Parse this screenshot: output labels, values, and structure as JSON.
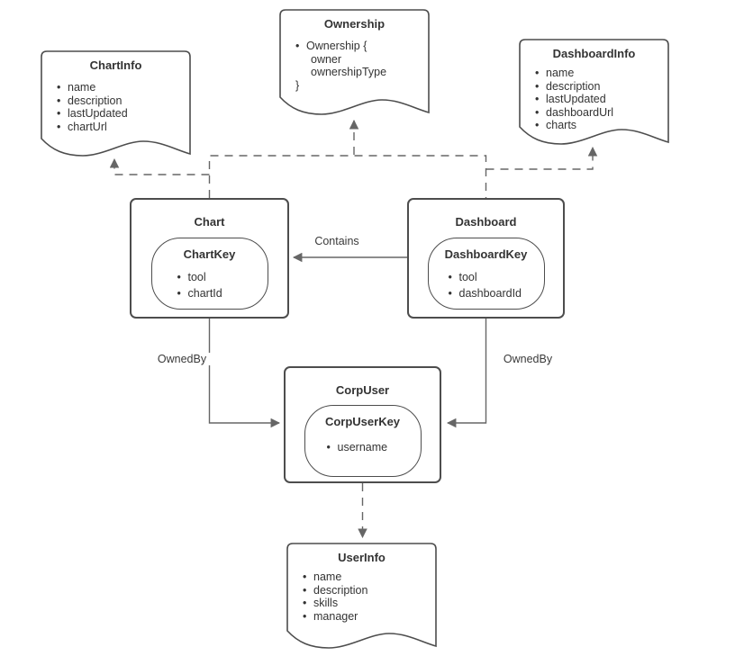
{
  "diagram": {
    "background": "#ffffff",
    "line_color": "#666666",
    "node_border_color": "#4d4d4d",
    "text_color": "#333333"
  },
  "glyphs": {
    "bullet": "•"
  },
  "documents": {
    "chart_info": {
      "title": "ChartInfo",
      "items": [
        "name",
        "description",
        "lastUpdated",
        "chartUrl"
      ]
    },
    "ownership": {
      "title": "Ownership",
      "open_line": "Ownership {",
      "fields": [
        "owner",
        "ownershipType"
      ],
      "close_line": "}"
    },
    "dashboard_info": {
      "title": "DashboardInfo",
      "items": [
        "name",
        "description",
        "lastUpdated",
        "dashboardUrl",
        "charts"
      ]
    },
    "user_info": {
      "title": "UserInfo",
      "items": [
        "name",
        "description",
        "skills",
        "manager"
      ]
    }
  },
  "entities": {
    "chart": {
      "title": "Chart",
      "key_title": "ChartKey",
      "key_items": [
        "tool",
        "chartId"
      ]
    },
    "dashboard": {
      "title": "Dashboard",
      "key_title": "DashboardKey",
      "key_items": [
        "tool",
        "dashboardId"
      ]
    },
    "corp_user": {
      "title": "CorpUser",
      "key_title": "CorpUserKey",
      "key_items": [
        "username"
      ]
    }
  },
  "edges": {
    "contains": "Contains",
    "chart_owned_by": "OwnedBy",
    "dashboard_owned_by": "OwnedBy"
  }
}
